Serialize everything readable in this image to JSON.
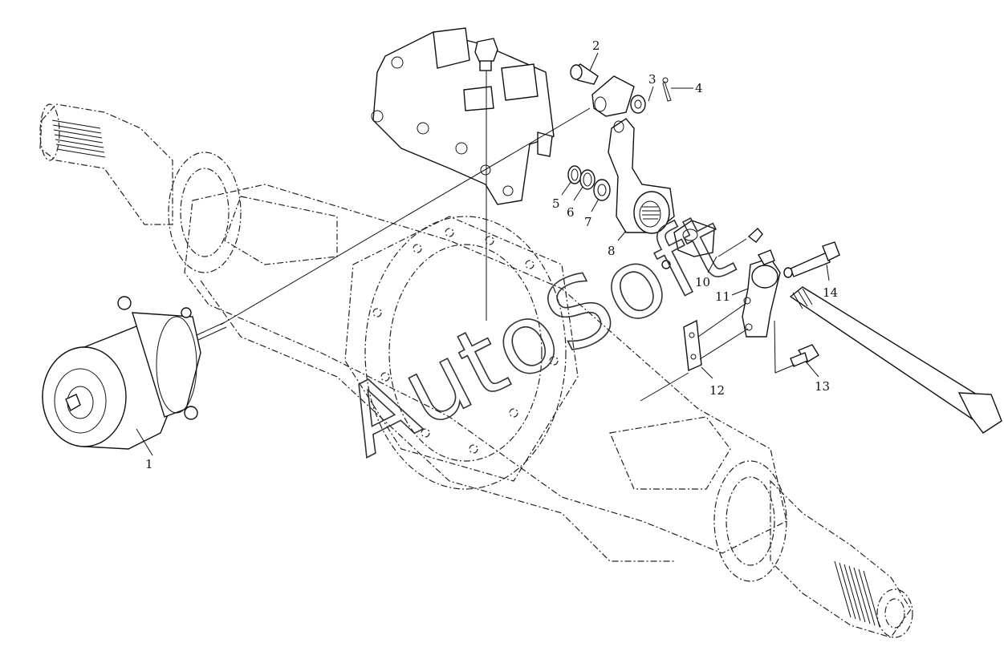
{
  "diagram": {
    "watermark": "AutoSoft",
    "callouts": [
      {
        "id": "c1",
        "label": "1"
      },
      {
        "id": "c2",
        "label": "2"
      },
      {
        "id": "c3",
        "label": "3"
      },
      {
        "id": "c4",
        "label": "4"
      },
      {
        "id": "c5",
        "label": "5"
      },
      {
        "id": "c6",
        "label": "6"
      },
      {
        "id": "c7",
        "label": "7"
      },
      {
        "id": "c8",
        "label": "8"
      },
      {
        "id": "c10",
        "label": "10"
      },
      {
        "id": "c11",
        "label": "11"
      },
      {
        "id": "c12",
        "label": "12"
      },
      {
        "id": "c13",
        "label": "13"
      },
      {
        "id": "c14",
        "label": "14"
      }
    ]
  }
}
